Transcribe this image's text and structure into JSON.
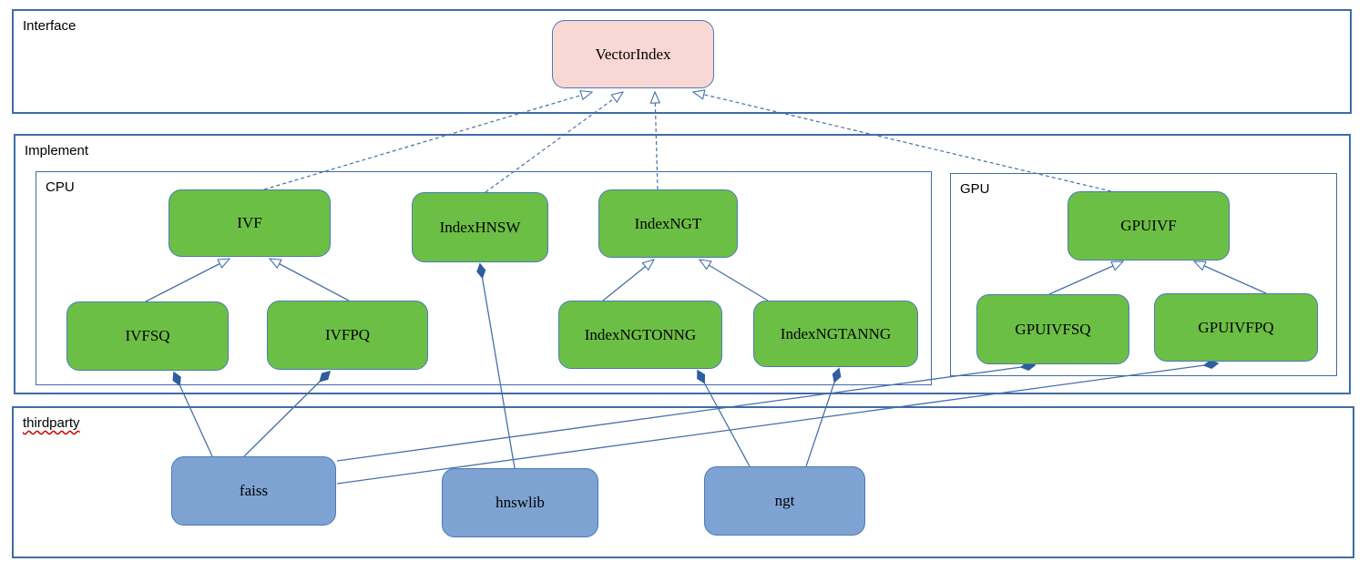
{
  "diagram": {
    "groups": {
      "interface": {
        "label": "Interface"
      },
      "implement": {
        "label": "Implement"
      },
      "cpu": {
        "label": "CPU"
      },
      "gpu": {
        "label": "GPU"
      },
      "thirdparty": {
        "label": "thirdparty"
      }
    },
    "nodes": {
      "vector_index": {
        "label": "VectorIndex",
        "kind": "interface"
      },
      "ivf": {
        "label": "IVF",
        "kind": "cpu-class"
      },
      "index_hnsw": {
        "label": "IndexHNSW",
        "kind": "cpu-class"
      },
      "index_ngt": {
        "label": "IndexNGT",
        "kind": "cpu-class"
      },
      "ivfsq": {
        "label": "IVFSQ",
        "kind": "cpu-class"
      },
      "ivfpq": {
        "label": "IVFPQ",
        "kind": "cpu-class"
      },
      "index_ngtonng": {
        "label": "IndexNGTONNG",
        "kind": "cpu-class"
      },
      "index_ngtanng": {
        "label": "IndexNGTANNG",
        "kind": "cpu-class"
      },
      "gpuivf": {
        "label": "GPUIVF",
        "kind": "gpu-class"
      },
      "gpuivfsq": {
        "label": "GPUIVFSQ",
        "kind": "gpu-class"
      },
      "gpuivfpq": {
        "label": "GPUIVFPQ",
        "kind": "gpu-class"
      },
      "faiss": {
        "label": "faiss",
        "kind": "thirdparty-lib"
      },
      "hnswlib": {
        "label": "hnswlib",
        "kind": "thirdparty-lib"
      },
      "ngt": {
        "label": "ngt",
        "kind": "thirdparty-lib"
      }
    },
    "edges": [
      {
        "from": "IVF",
        "to": "VectorIndex",
        "type": "realization"
      },
      {
        "from": "IndexHNSW",
        "to": "VectorIndex",
        "type": "realization"
      },
      {
        "from": "IndexNGT",
        "to": "VectorIndex",
        "type": "realization"
      },
      {
        "from": "GPUIVF",
        "to": "VectorIndex",
        "type": "realization"
      },
      {
        "from": "IVFSQ",
        "to": "IVF",
        "type": "inheritance"
      },
      {
        "from": "IVFPQ",
        "to": "IVF",
        "type": "inheritance"
      },
      {
        "from": "IndexNGTONNG",
        "to": "IndexNGT",
        "type": "inheritance"
      },
      {
        "from": "IndexNGTANNG",
        "to": "IndexNGT",
        "type": "inheritance"
      },
      {
        "from": "GPUIVFSQ",
        "to": "GPUIVF",
        "type": "inheritance"
      },
      {
        "from": "GPUIVFPQ",
        "to": "GPUIVF",
        "type": "inheritance"
      },
      {
        "from": "hnswlib",
        "to": "IndexHNSW",
        "type": "composition"
      },
      {
        "from": "faiss",
        "to": "IVFSQ",
        "type": "composition"
      },
      {
        "from": "faiss",
        "to": "IVFPQ",
        "type": "composition"
      },
      {
        "from": "ngt",
        "to": "IndexNGTONNG",
        "type": "composition"
      },
      {
        "from": "ngt",
        "to": "IndexNGTANNG",
        "type": "composition"
      },
      {
        "from": "faiss",
        "to": "GPUIVFSQ",
        "type": "composition"
      },
      {
        "from": "faiss",
        "to": "GPUIVFPQ",
        "type": "composition"
      }
    ],
    "colors": {
      "interface_fill": "#f9d7d5",
      "class_fill": "#6cbf45",
      "thirdparty_fill": "#7ea3d2",
      "line": "#4670aa",
      "container_border": "#3f6ca6",
      "node_border": "#4a7ab8"
    }
  }
}
